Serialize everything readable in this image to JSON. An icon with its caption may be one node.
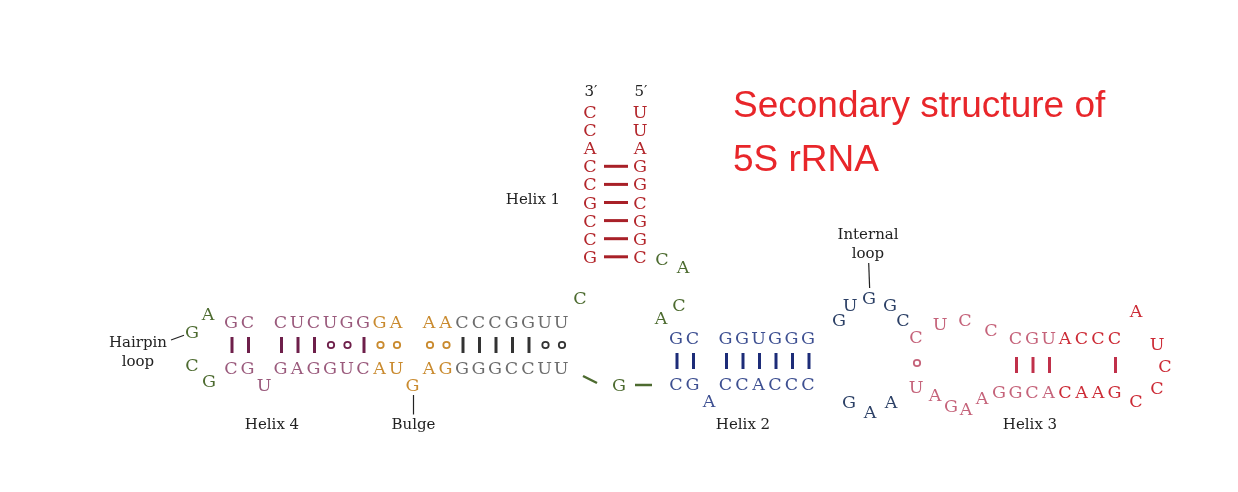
{
  "diagram": {
    "title": "Secondary structure of 5S rRNA",
    "nodes": [
      {
        "text": [
          "Internal loop"
        ]
      },
      {
        "text": [
          "G"
        ]
      },
      {
        "text": [
          "Hairpin loop"
        ]
      },
      {
        "text": [
          "G"
        ]
      },
      {
        "text": [
          "G"
        ]
      },
      {
        "text": [
          "Bulge"
        ]
      }
    ],
    "edges": [
      {
        "from": 0,
        "to": 1,
        "arrow": "none"
      },
      {
        "from": 2,
        "to": 3,
        "arrow": "none"
      },
      {
        "from": 5,
        "to": 4,
        "arrow": "none"
      }
    ],
    "labels": [
      "3′",
      "5′",
      "CCACCGCCG",
      "UUAGGCGGC",
      "Helix 1",
      "C",
      "A",
      "C",
      "C",
      "U",
      "G",
      "A",
      "GC CUCUGG",
      "GA AA",
      "CCCGGUU",
      "A",
      "G",
      "C",
      "U",
      "C",
      "A",
      "GC GGUGGG",
      "C",
      "C",
      "CGU",
      "ACCC",
      "U",
      "C",
      "CG",
      "GAGGUC",
      "AU",
      "AG",
      "GGGCCUU",
      "C",
      "G",
      "U",
      "G",
      "CG",
      "CCACCC",
      "U",
      "A",
      "GGCA",
      "CAAG",
      "C",
      "A",
      "G",
      "A",
      "A",
      "G",
      "A",
      "A",
      "C",
      "Helix 4",
      "Helix 2",
      "Helix 3"
    ]
  }
}
